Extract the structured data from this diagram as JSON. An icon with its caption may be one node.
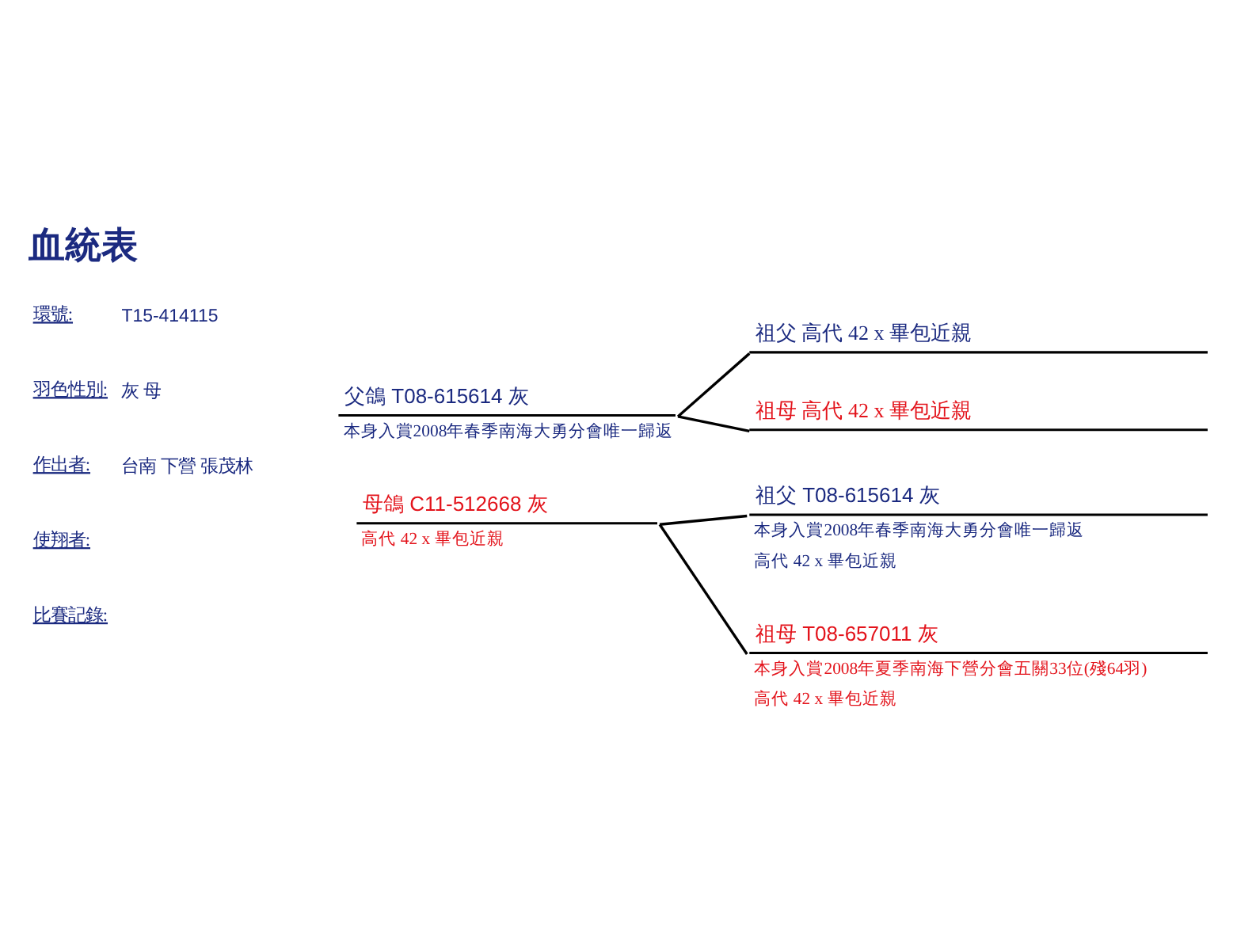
{
  "diagram": {
    "title": "血統表",
    "nodes": [
      {
        "text": [
          "父鴿 T08-615614 灰",
          "本身入賞2008年春季南海大勇分會唯一歸返"
        ]
      },
      {
        "text": [
          "祖父 高代 42 x 畢包近親"
        ]
      },
      {
        "text": [
          "祖母 高代 42 x 畢包近親"
        ]
      },
      {
        "text": [
          "母鴿 C11-512668 灰",
          "高代 42 x 畢包近親"
        ]
      },
      {
        "text": [
          "祖父 T08-615614 灰",
          "本身入賞2008年春季南海大勇分會唯一歸返",
          "高代 42 x 畢包近親"
        ]
      },
      {
        "text": [
          "祖母 T08-657011 灰",
          "本身入賞2008年夏季南海下營分會五關33位(殘64羽)",
          "高代 42 x 畢包近親"
        ]
      }
    ],
    "edges": [
      {
        "from": 0,
        "to": 1,
        "arrow": "none"
      },
      {
        "from": 0,
        "to": 2,
        "arrow": "none"
      },
      {
        "from": 3,
        "to": 4,
        "arrow": "none"
      },
      {
        "from": 3,
        "to": 5,
        "arrow": "none"
      }
    ],
    "labels": [
      "環號:",
      "T15-414115",
      "羽色性別:",
      "灰 母",
      "作出者:",
      "台南 下營 張茂林",
      "使翔者:",
      "比賽記錄:"
    ]
  }
}
